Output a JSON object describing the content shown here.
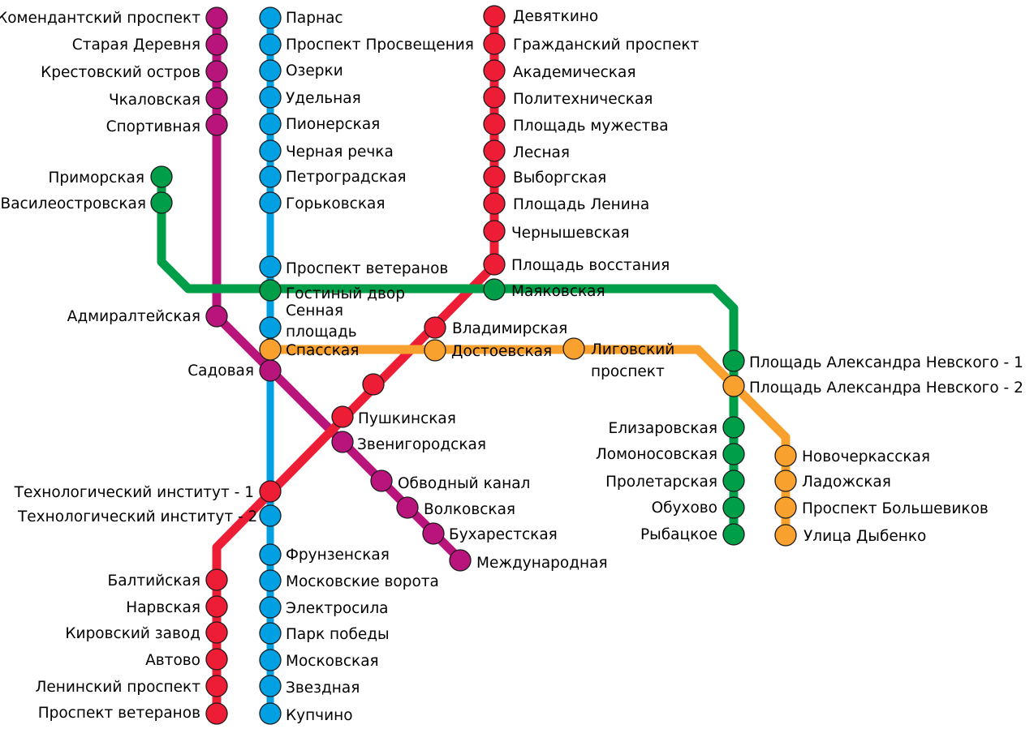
{
  "lines": [
    {
      "id": "red",
      "color": "#EE1D36",
      "stations": [
        "Девяткино",
        "Гражданский проспект",
        "Академическая",
        "Политехническая",
        "Площадь мужества",
        "Лесная",
        "Выборгская",
        "Площадь Ленина",
        "Чернышевская",
        "Площадь восстания",
        "Владимирская",
        "",
        "Пушкинская",
        "Технологический институт - 1",
        "Балтийская",
        "Нарвская",
        "Кировский завод",
        "Автово",
        "Ленинский проспект",
        "Проспект ветеранов"
      ]
    },
    {
      "id": "blue",
      "color": "#00A0E3",
      "stations": [
        "Парнас",
        "Проспект Просвещения",
        "Озерки",
        "Удельная",
        "Пионерская",
        "Черная речка",
        "Петроградская",
        "Горьковская",
        "Проспект ветеранов",
        "Гостиный двор",
        "Сенная площадь",
        "Спасская",
        "Садовая",
        "Технологический институт - 2",
        "Фрунзенская",
        "Московские ворота",
        "Электросила",
        "Парк победы",
        "Московская",
        "Звездная",
        "Купчино"
      ]
    },
    {
      "id": "green",
      "color": "#009E49",
      "stations": [
        "Приморская",
        "Василеостровская",
        "Гостиный двор",
        "Маяковская",
        "Площадь Александра Невского - 1",
        "Елизаровская",
        "Ломоносовская",
        "Пролетарская",
        "Обухово",
        "Рыбацкое"
      ]
    },
    {
      "id": "orange",
      "color": "#F9A12E",
      "stations": [
        "Спасская",
        "Достоевская",
        "Лиговский проспект",
        "Площадь Александра Невского - 2",
        "Новочеркасская",
        "Ладожская",
        "Проспект Большевиков",
        "Улица Дыбенко"
      ]
    },
    {
      "id": "purple",
      "color": "#B9137C",
      "stations": [
        "Комендантский проспект",
        "Старая Деревня",
        "Крестовский остров",
        "Чкаловская",
        "Спортивная",
        "Адмиралтейская",
        "Садовая",
        "Звенигородская",
        "Обводный канал",
        "Волковская",
        "Бухарестская",
        "Международная"
      ]
    }
  ],
  "labels": {
    "komendantsky": "Комендантский проспект",
    "staraya_derevnya": "Старая Деревня",
    "krestovsky": "Крестовский остров",
    "chkalovskaya": "Чкаловская",
    "sportivnaya": "Спортивная",
    "admiralteyskaya": "Адмиралтейская",
    "sadovaya": "Садовая",
    "zvenigorodskaya": "Звенигородская",
    "obvodny": "Обводный канал",
    "volkovskaya": "Волковская",
    "bukharestskaya": "Бухарестская",
    "mezhdunarodnaya": "Международная",
    "parnas": "Парнас",
    "prosvescheniya": "Проспект Просвещения",
    "ozerki": "Озерки",
    "udelnaya": "Удельная",
    "pionerskaya": "Пионерская",
    "chernaya_rechka": "Черная речка",
    "petrogradskaya": "Петроградская",
    "gorkovskaya": "Горьковская",
    "prospekt_veteranov_blue": "Проспект ветеранов",
    "gostiny_dvor": "Гостиный двор",
    "sennaya_line1": "Сенная",
    "sennaya_line2": "площадь",
    "spasskaya": "Спасская",
    "tech_inst_1": "Технологический институт - 1",
    "tech_inst_2": "Технологический институт - 2",
    "frunzenskaya": "Фрунзенская",
    "moskovskie_vorota": "Московские ворота",
    "elektrosila": "Электросила",
    "park_pobedy": "Парк победы",
    "moskovskaya": "Московская",
    "zvezdnaya": "Звездная",
    "kupchino": "Купчино",
    "devyatkino": "Девяткино",
    "grazhdansky": "Гражданский проспект",
    "akademicheskaya": "Академическая",
    "politekhnicheskaya": "Политехническая",
    "pl_muzhestva": "Площадь мужества",
    "lesnaya": "Лесная",
    "vyborgskaya": "Выборгская",
    "pl_lenina": "Площадь Ленина",
    "chernyshevskaya": "Чернышевская",
    "pl_vosstaniya": "Площадь восстания",
    "vladimirskaya": "Владимирская",
    "pushkinskaya": "Пушкинская",
    "baltiyskaya": "Балтийская",
    "narvskaya": "Нарвская",
    "kirovsky_zavod": "Кировский завод",
    "avtovo": "Автово",
    "leninsky": "Ленинский проспект",
    "prospekt_veteranov_red": "Проспект ветеранов",
    "primorskaya": "Приморская",
    "vasileostrovskaya": "Василеостровская",
    "mayakovskaya": "Маяковская",
    "pl_al_nevskogo_1": "Площадь Александра Невского - 1",
    "elizarovskaya": "Елизаровская",
    "lomonosovskaya": "Ломоносовская",
    "proletarskaya": "Пролетарская",
    "obukhovo": "Обухово",
    "rybatskoe": "Рыбацкое",
    "dostoevskaya": "Достоевская",
    "ligovsky_line1": "Лиговский",
    "ligovsky_line2": "проспект",
    "pl_al_nevskogo_2": "Площадь Александра Невского - 2",
    "novocherkasskaya": "Новочеркасская",
    "ladozhskaya": "Ладожская",
    "bolshevikov": "Проспект Большевиков",
    "dybenko": "Улица Дыбенко"
  }
}
